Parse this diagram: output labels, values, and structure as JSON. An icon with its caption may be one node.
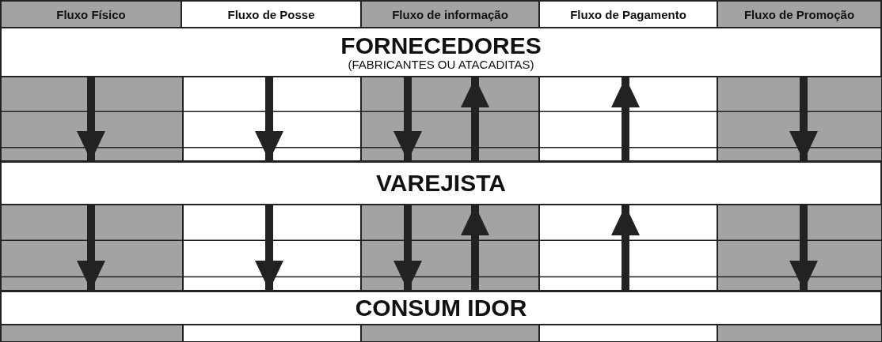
{
  "diagram": {
    "nodes": [
      {
        "text": [
          "Fluxo Físico"
        ]
      },
      {
        "text": [
          "Fluxo de Posse"
        ]
      },
      {
        "text": [
          "Fluxo de informação"
        ]
      },
      {
        "text": [
          "Fluxo de Pagamento"
        ]
      },
      {
        "text": [
          "Fluxo de Promoção"
        ]
      },
      {
        "text": [
          "FORNECEDORES",
          "(FABRICANTES OU ATACADITAS)"
        ]
      },
      {
        "text": [
          "VAREJISTA"
        ]
      },
      {
        "text": [
          "CONSUM IDOR"
        ]
      }
    ],
    "edges": [
      {
        "from": 5,
        "to": 6,
        "arrow": "to"
      },
      {
        "from": 5,
        "to": 6,
        "arrow": "to"
      },
      {
        "from": 5,
        "to": 6,
        "arrow": "to"
      },
      {
        "from": 6,
        "to": 5,
        "arrow": "to"
      },
      {
        "from": 6,
        "to": 5,
        "arrow": "to"
      },
      {
        "from": 5,
        "to": 6,
        "arrow": "to"
      },
      {
        "from": 6,
        "to": 7,
        "arrow": "to"
      },
      {
        "from": 6,
        "to": 7,
        "arrow": "to"
      },
      {
        "from": 6,
        "to": 7,
        "arrow": "to"
      },
      {
        "from": 7,
        "to": 6,
        "arrow": "to"
      },
      {
        "from": 7,
        "to": 6,
        "arrow": "to"
      },
      {
        "from": 6,
        "to": 7,
        "arrow": "to"
      }
    ]
  }
}
